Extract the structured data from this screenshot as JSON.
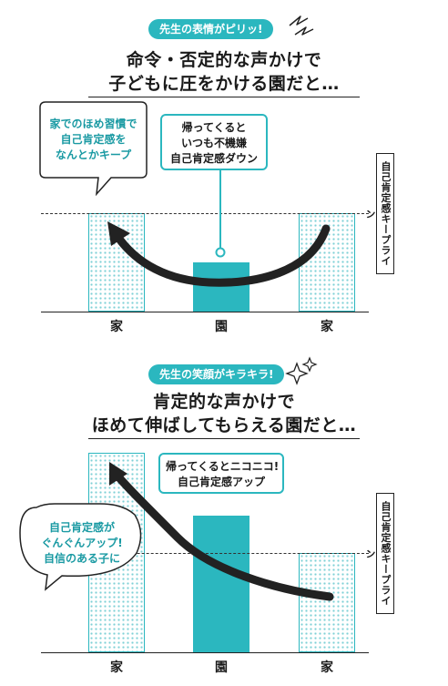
{
  "panel1": {
    "badge": "先生の表情がピリッ!",
    "heading_line1": "命令・否定的な声かけで",
    "heading_line2": "子どもに圧をかける園だと…",
    "bubble_lines": [
      "家でのほめ習慣で",
      "自己肯定感を",
      "なんとかキープ"
    ],
    "callout_lines": [
      "帰ってくると",
      "いつも不機嫌",
      "自己肯定感ダウン"
    ],
    "side_label": "自己肯定感キープライン",
    "categories": [
      "家",
      "園",
      "家"
    ]
  },
  "panel2": {
    "badge": "先生の笑顔がキラキラ!",
    "heading_line1": "肯定的な声かけで",
    "heading_line2": "ほめて伸ばしてもらえる園だと…",
    "bubble_lines": [
      "自己肯定感が",
      "ぐんぐんアップ!",
      "自信のある子に"
    ],
    "callout_lines": [
      "帰ってくるとニコニコ!",
      "自己肯定感アップ"
    ],
    "side_label": "自己肯定感キープライン",
    "categories": [
      "家",
      "園",
      "家"
    ]
  },
  "colors": {
    "accent": "#2bb7bf",
    "dots": "#7fd0d6",
    "ink": "#1a1a1a"
  },
  "icons": {
    "badge1": "lightning-icon",
    "badge2": "sparkle-icon"
  }
}
